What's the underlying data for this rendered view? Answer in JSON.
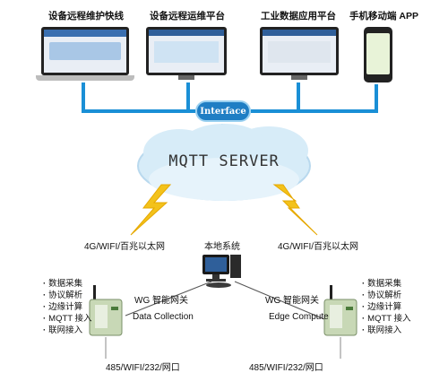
{
  "clients": {
    "remote_maintenance": "设备远程维护快线",
    "remote_ops": "设备远程运维平台",
    "industrial_data": "工业数据应用平台",
    "mobile_app": "手机移动端 APP"
  },
  "interface_label": "Interface",
  "server_label": "MQTT SERVER",
  "network_left": "4G/WIFI/百兆以太网",
  "network_right": "4G/WIFI/百兆以太网",
  "local_system": "本地系统",
  "gateway_left": {
    "name": "WG 智能网关",
    "caption": "Data Collection",
    "features": [
      "数据采集",
      "协议解析",
      "边缘计算",
      "MQTT 接入",
      "联网接入"
    ],
    "port": "485/WIFI/232/网口"
  },
  "gateway_right": {
    "name": "WG 智能网关",
    "caption": "Edge Compute",
    "features": [
      "数据采集",
      "协议解析",
      "边缘计算",
      "MQTT 接入",
      "联网接入"
    ],
    "port": "485/WIFI/232/网口"
  },
  "colors": {
    "line": "#1a8fd6",
    "cloud": "#d7ecf8",
    "interface_fill": "#1f7ec4",
    "bolt": "#f3c21b"
  }
}
